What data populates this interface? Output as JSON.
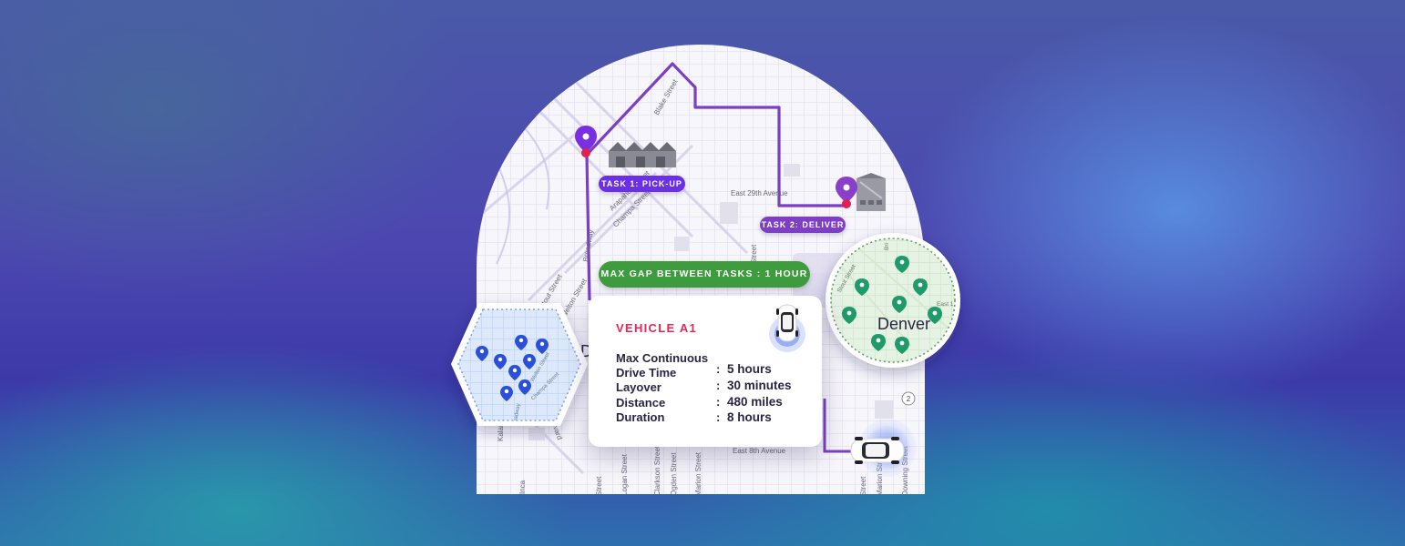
{
  "map": {
    "labels": {
      "blake_street": "Blake Street",
      "arapahoe_street": "Arapahoe Street",
      "champa_street": "Champa Street",
      "broadway": "Broadway",
      "welton_street": "Welton Street",
      "stout_street": "Stout Street",
      "east_29th_avenue": "East 29th Avenue",
      "east_8th_avenue": "East 8th Avenue",
      "logan_street": "Logan Street",
      "ogden_street": "Ogden Street",
      "marion_street": "Marion Street",
      "clarkson_street": "Clarkson Street",
      "downing_street": "Downing Street",
      "kalamath": "Kalamath",
      "inca": "Inca",
      "boulevard": "Boulevard",
      "street_fragment": "Street",
      "denver_fragment": "D",
      "route_number": "2",
      "bri_fragment": "Bri",
      "east_fragment": "East 1"
    }
  },
  "tasks": {
    "pickup_label": "TASK 1: PICK-UP",
    "deliver_label": "TASK 2: DELIVER"
  },
  "constraint": {
    "max_gap_label": "MAX GAP BETWEEN TASKS : 1 HOUR"
  },
  "vehicle": {
    "title": "VEHICLE A1",
    "specs": [
      {
        "label": "Max Continuous",
        "value": ""
      },
      {
        "label": "Drive Time",
        "value": "5 hours"
      },
      {
        "label": "Layover",
        "value": "30 minutes"
      },
      {
        "label": "Distance",
        "value": "480 miles"
      },
      {
        "label": "Duration",
        "value": "8 hours"
      }
    ],
    "colon": ":"
  },
  "zones": {
    "denver_circle_label": "Denver",
    "circle_labels": {
      "stout": "Stout Street",
      "east": "East 1"
    },
    "hex_labels": {
      "welton": "Welton Street",
      "champa": "Champa Street",
      "broadway": "Broadway"
    }
  },
  "colors": {
    "route": "#7b3fc4",
    "pickup_pin": "#7a2fe0",
    "deliver_pin": "#8a3fc8",
    "stop_dot": "#e0204f",
    "green_pin": "#1f9a6a",
    "blue_pin": "#2a4fd8",
    "hex_zone": "#d8e7fb",
    "circle_zone": "#e2f1df",
    "vehicle_title": "#e8265a"
  }
}
